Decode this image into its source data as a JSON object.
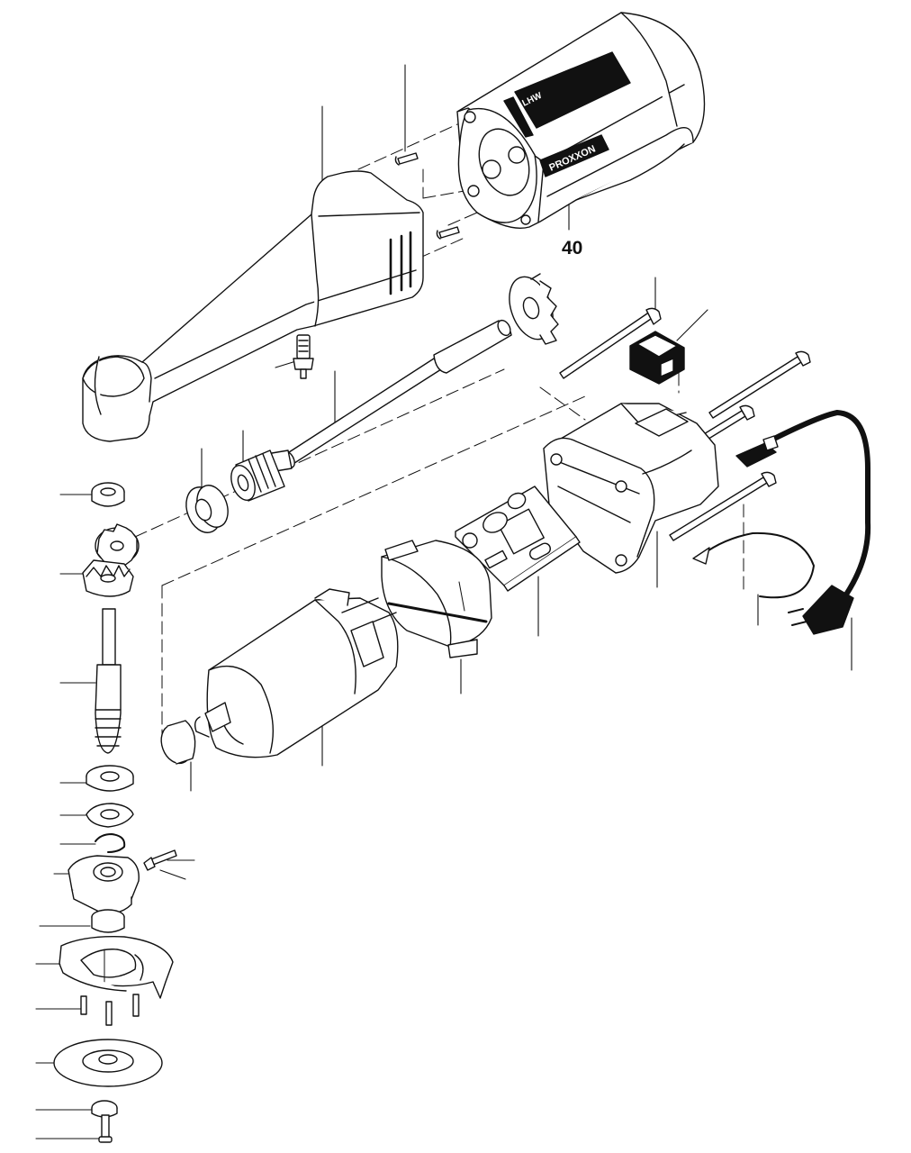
{
  "part_number_label": "40",
  "brand": "PROXXON",
  "model": "LHW",
  "colors": {
    "line": "#111111",
    "fill": "#ffffff",
    "dark": "#111111"
  }
}
